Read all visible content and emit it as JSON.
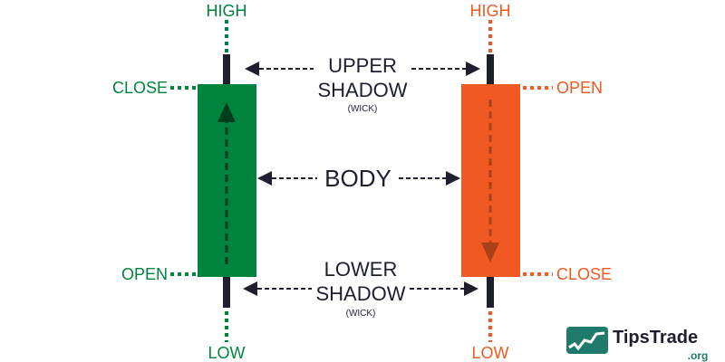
{
  "colors": {
    "bull": "#00843D",
    "bear": "#F05A22",
    "wick": "#1E1F2E",
    "bull_arrow": "#003D1C",
    "bear_arrow": "#A8401A",
    "logo": "#1F7A6C"
  },
  "bull": {
    "high": "HIGH",
    "close": "CLOSE",
    "open": "OPEN",
    "low": "LOW"
  },
  "bear": {
    "high": "HIGH",
    "open": "OPEN",
    "close": "CLOSE",
    "low": "LOW"
  },
  "center": {
    "upper_1": "UPPER",
    "upper_2": "SHADOW",
    "upper_3": "(WICK)",
    "body": "BODY",
    "lower_1": "LOWER",
    "lower_2": "SHADOW",
    "lower_3": "(WICK)"
  },
  "logo": {
    "name": "TipsTrade",
    "tld": ".org"
  }
}
